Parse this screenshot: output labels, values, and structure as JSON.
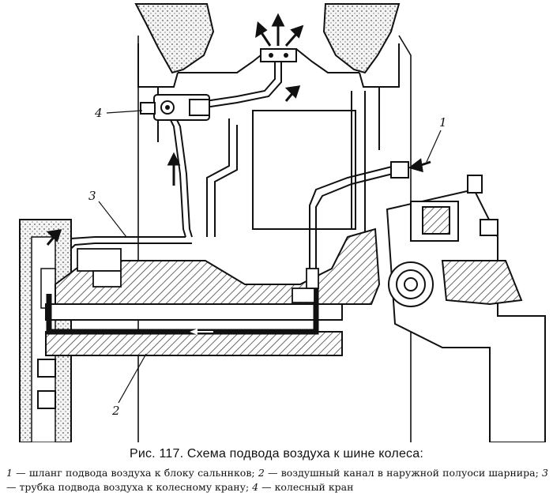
{
  "callouts": {
    "c1": "1",
    "c2": "2",
    "c3": "3",
    "c4": "4"
  },
  "caption": {
    "title": "Рис. 117. Схема подвода воздуха к шине колеса:",
    "legend": [
      {
        "num": "1",
        "text": " — шланг  подвода воздуха к блоку сальннков; "
      },
      {
        "num": "2",
        "text": " — воздушный канал в наружной полуоси шарнира; "
      },
      {
        "num": "3",
        "text": " — трубка подвода воздуха к колесному крану; "
      },
      {
        "num": "4",
        "text": " — колесный кран"
      }
    ]
  },
  "colors": {
    "line": "#111111",
    "hatch": "#555555",
    "background": "#ffffff"
  }
}
